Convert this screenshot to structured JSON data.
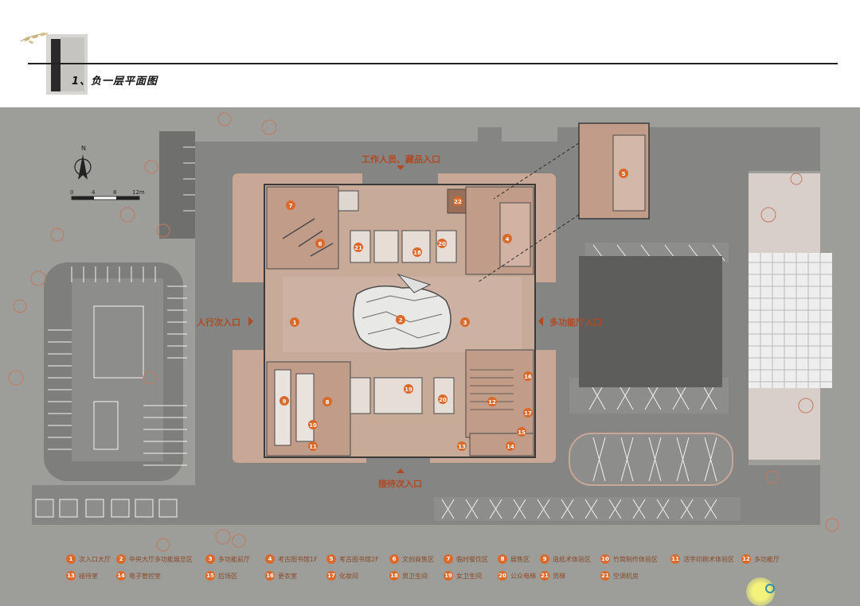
{
  "header": {
    "title": "1、负一层平面图"
  },
  "compass": {
    "north": "N",
    "scale_labels": [
      "0",
      "4",
      "8",
      "12m"
    ]
  },
  "entrances": {
    "top": "工作人员、藏品入口",
    "left": "人行次入口",
    "right": "多功能厅入口",
    "bottom": "接待次入口"
  },
  "legend": [
    {
      "num": "1",
      "label": "次入口大厅"
    },
    {
      "num": "2",
      "label": "中央大厅多功能展览区"
    },
    {
      "num": "3",
      "label": "多功能前厅"
    },
    {
      "num": "4",
      "label": "考古图书馆1F"
    },
    {
      "num": "5",
      "label": "考古图书馆2F"
    },
    {
      "num": "6",
      "label": "文创商售区"
    },
    {
      "num": "7",
      "label": "临时餐饮区"
    },
    {
      "num": "8",
      "label": "展售区"
    },
    {
      "num": "9",
      "label": "造纸术体验区"
    },
    {
      "num": "10",
      "label": "竹简制作体验区"
    },
    {
      "num": "11",
      "label": "活字印刷术体验区"
    },
    {
      "num": "12",
      "label": "多功能厅"
    },
    {
      "num": "13",
      "label": "接待室"
    },
    {
      "num": "14",
      "label": "电子管控室"
    },
    {
      "num": "15",
      "label": "后场区"
    },
    {
      "num": "16",
      "label": "更衣室"
    },
    {
      "num": "17",
      "label": "化妆间"
    },
    {
      "num": "18",
      "label": "男卫生间"
    },
    {
      "num": "19",
      "label": "女卫生间"
    },
    {
      "num": "20",
      "label": "公众电梯"
    },
    {
      "num": "21",
      "label": "货梯"
    },
    {
      "num": "21",
      "label": "空调机房"
    }
  ],
  "room_numbers": [
    "1",
    "2",
    "3",
    "4",
    "5",
    "6",
    "7",
    "8",
    "9",
    "10",
    "11",
    "12",
    "13",
    "14",
    "15",
    "16",
    "17",
    "18",
    "19",
    "20",
    "20",
    "21",
    "22"
  ],
  "colors": {
    "site": "#9d9d99",
    "building": "#c9a796",
    "accent": "#d96a2c",
    "road": "#7e7e7c"
  }
}
